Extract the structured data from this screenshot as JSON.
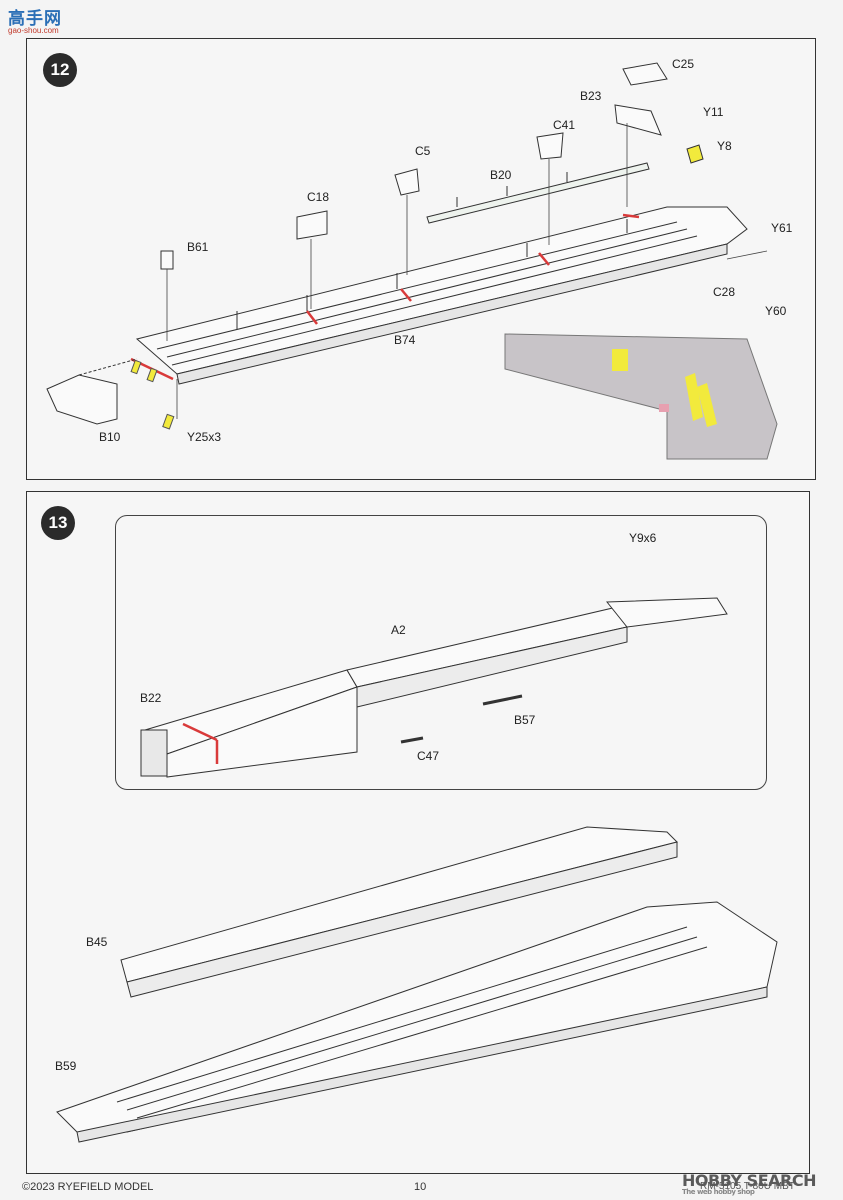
{
  "site_logo": {
    "text": "高手网",
    "url": "gao-shou.com"
  },
  "steps": [
    {
      "number": "12",
      "parts": {
        "c25": "C25",
        "b23": "B23",
        "y11": "Y11",
        "y8": "Y8",
        "c41": "C41",
        "c5": "C5",
        "b20": "B20",
        "c18": "C18",
        "b61": "B61",
        "y61": "Y61",
        "c28": "C28",
        "y60": "Y60",
        "b74": "B74",
        "b10": "B10",
        "y25x3": "Y25x3"
      }
    },
    {
      "number": "13",
      "parts": {
        "y9x6": "Y9x6",
        "a2": "A2",
        "b22": "B22",
        "b57": "B57",
        "c47": "C47",
        "b45": "B45",
        "b59": "B59"
      }
    }
  ],
  "footer": {
    "copyright": "©2023 RYEFIELD MODEL",
    "page_number": "10",
    "product_code": "RM-5105 T-80U MBT",
    "watermark": "HOBBY SEARCH",
    "watermark_sub": "The web hobby shop"
  },
  "colors": {
    "highlight_yellow": "#f2ea3c",
    "highlight_red": "#d93a3a",
    "line": "#333333",
    "panel_bg": "#f6f6f6"
  }
}
